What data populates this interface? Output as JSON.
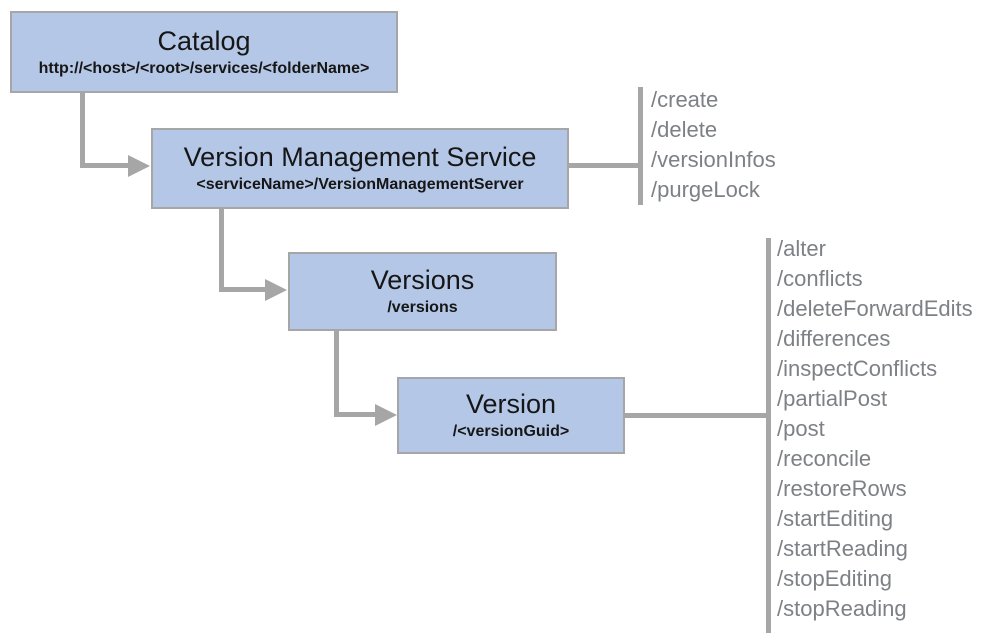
{
  "diagram": {
    "nodes": [
      {
        "id": "catalog",
        "title": "Catalog",
        "subtitle": "http://<host>/<root>/services/<folderName>"
      },
      {
        "id": "version-management-service",
        "title": "Version Management Service",
        "subtitle": "<serviceName>/VersionManagementServer"
      },
      {
        "id": "versions",
        "title": "Versions",
        "subtitle": "/versions"
      },
      {
        "id": "version",
        "title": "Version",
        "subtitle": "/<versionGuid>"
      }
    ],
    "operation_lists": [
      {
        "attached_to": "version-management-service",
        "items": [
          "/create",
          "/delete",
          "/versionInfos",
          "/purgeLock"
        ]
      },
      {
        "attached_to": "version",
        "items": [
          "/alter",
          "/conflicts",
          "/deleteForwardEdits",
          "/differences",
          "/inspectConflicts",
          "/partialPost",
          "/post",
          "/reconcile",
          "/restoreRows",
          "/startEditing",
          "/startReading",
          "/stopEditing",
          "/stopReading"
        ]
      }
    ],
    "colors": {
      "node_fill": "#b4c7e7",
      "node_border": "#a6a6a6",
      "connector": "#a6a6a6",
      "operation_text": "#7d8186",
      "node_text": "#161616",
      "background": "#ffffff"
    }
  }
}
